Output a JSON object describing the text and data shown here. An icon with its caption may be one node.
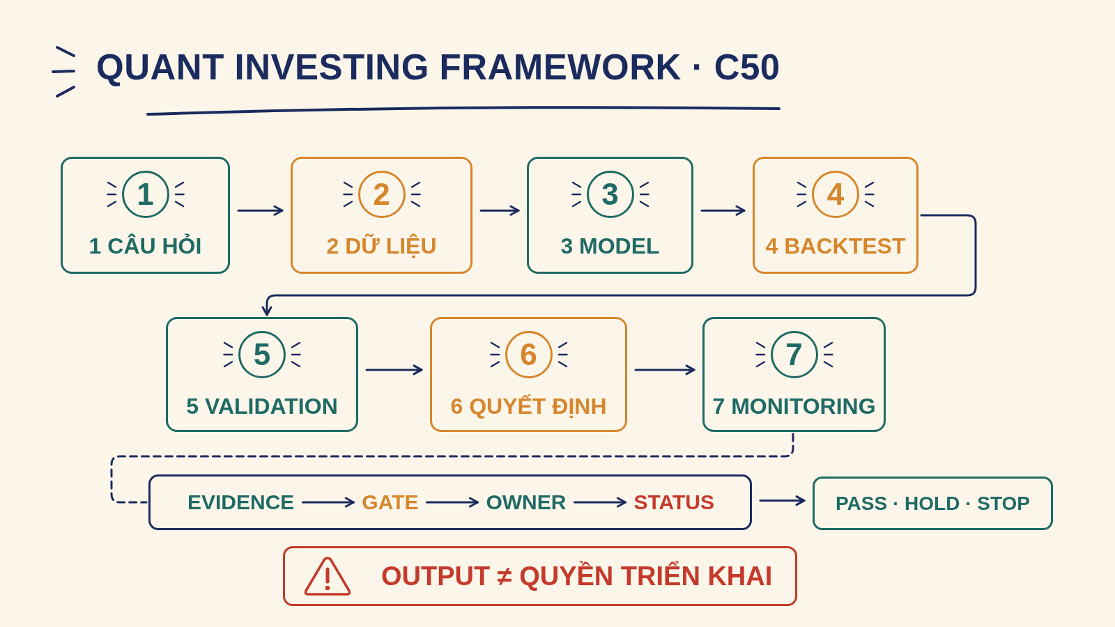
{
  "diagram": {
    "title": "QUANT INVESTING FRAMEWORK · C50",
    "nodes": [
      {
        "text": [
          "1",
          "1 CÂU HỎI"
        ]
      },
      {
        "text": [
          "2",
          "2 DỮ LIỆU"
        ]
      },
      {
        "text": [
          "3",
          "3 MODEL"
        ]
      },
      {
        "text": [
          "4",
          "4 BACKTEST"
        ]
      },
      {
        "text": [
          "5",
          "5 VALIDATION"
        ]
      },
      {
        "text": [
          "6",
          "6 QUYẾT ĐỊNH"
        ]
      },
      {
        "text": [
          "7",
          "7 MONITORING"
        ]
      },
      {
        "text": [],
        "shape": "box"
      },
      {
        "text": [
          "EVIDENCE"
        ],
        "in": 7
      },
      {
        "text": [
          "GATE"
        ],
        "in": 7
      },
      {
        "text": [
          "OWNER"
        ],
        "in": 7
      },
      {
        "text": [
          "STATUS"
        ],
        "in": 7
      },
      {
        "text": [
          "PASS · HOLD · STOP"
        ]
      },
      {
        "text": [
          "OUTPUT ≠ QUYỀN TRIỂN KHAI"
        ]
      }
    ],
    "edges": [
      {
        "from": 0,
        "to": 1,
        "arrow": "to"
      },
      {
        "from": 1,
        "to": 2,
        "arrow": "to"
      },
      {
        "from": 2,
        "to": 3,
        "arrow": "to"
      },
      {
        "from": 3,
        "to": 4,
        "arrow": "to"
      },
      {
        "from": 4,
        "to": 5,
        "arrow": "to"
      },
      {
        "from": 5,
        "to": 6,
        "arrow": "to"
      },
      {
        "from": 6,
        "to": 7,
        "arrow": "none",
        "style": "dashed"
      },
      {
        "from": 8,
        "to": 9,
        "arrow": "to"
      },
      {
        "from": 9,
        "to": 10,
        "arrow": "to"
      },
      {
        "from": 10,
        "to": 11,
        "arrow": "to"
      },
      {
        "from": 7,
        "to": 12,
        "arrow": "to"
      }
    ]
  }
}
